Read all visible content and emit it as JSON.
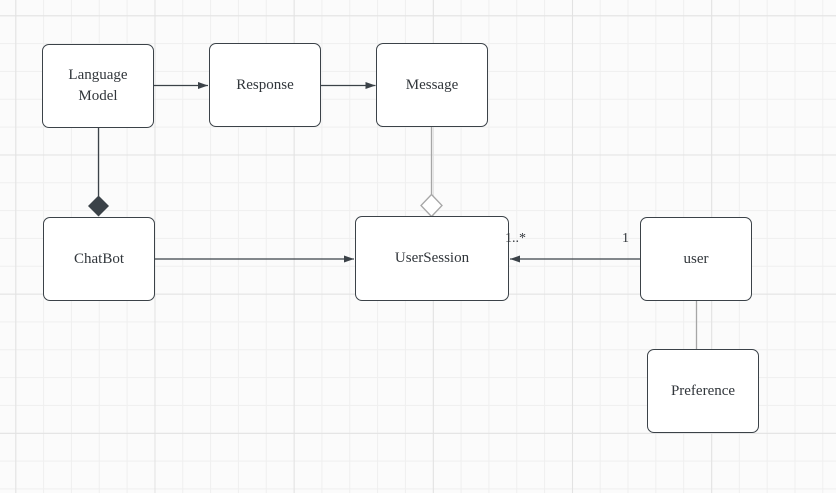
{
  "diagram": {
    "type": "uml-class-diagram",
    "colors": {
      "canvas_background": "#fbfbfb",
      "grid_minor": "#efefef",
      "grid_major": "#e2e2e2",
      "node_fill": "#ffffff",
      "node_border": "#3b4248",
      "edge_dark": "#3b4248",
      "edge_light": "#a6a6a6",
      "text": "#31363b"
    },
    "nodes": [
      {
        "id": "language-model",
        "label": "Language Model"
      },
      {
        "id": "response",
        "label": "Response"
      },
      {
        "id": "message",
        "label": "Message"
      },
      {
        "id": "chatbot",
        "label": "ChatBot"
      },
      {
        "id": "usersession",
        "label": "UserSession"
      },
      {
        "id": "user",
        "label": "user"
      },
      {
        "id": "preference",
        "label": "Preference"
      }
    ],
    "edges": [
      {
        "from": "Language Model",
        "to": "Response",
        "type": "directed-arrow"
      },
      {
        "from": "Response",
        "to": "Message",
        "type": "directed-arrow"
      },
      {
        "from": "Language Model",
        "to": "ChatBot",
        "type": "composition-filled-diamond"
      },
      {
        "from": "Message",
        "to": "UserSession",
        "type": "aggregation-hollow-diamond"
      },
      {
        "from": "ChatBot",
        "to": "UserSession",
        "type": "directed-arrow"
      },
      {
        "from": "user",
        "to": "UserSession",
        "type": "directed-arrow",
        "source_label": "1",
        "target_label": "1..*"
      },
      {
        "from": "user",
        "to": "Preference",
        "type": "plain-line"
      }
    ]
  }
}
